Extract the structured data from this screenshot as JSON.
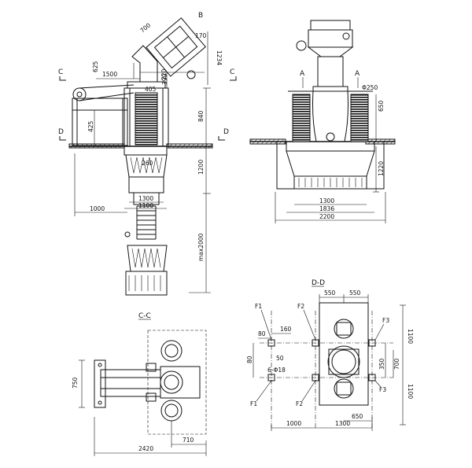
{
  "views": {
    "front": {
      "section_marks": [
        "C",
        "C",
        "D",
        "D",
        "B"
      ],
      "dims": [
        "700",
        "170",
        "1234",
        "220",
        "625",
        "1500",
        "390",
        "405",
        "840",
        "425",
        "260",
        "1200",
        "1300",
        "1100",
        "1000",
        "max2000"
      ]
    },
    "side": {
      "section_marks": [
        "A",
        "A"
      ],
      "dims": [
        "Φ250",
        "650",
        "1220",
        "1300",
        "1836",
        "2200"
      ]
    },
    "section_cc": {
      "title": "C-C",
      "dims": [
        "750",
        "2420",
        "710"
      ]
    },
    "section_dd": {
      "title": "D-D",
      "labels": [
        "F1",
        "F2",
        "F3",
        "F1",
        "F2",
        "F3"
      ],
      "dims": [
        "550",
        "550",
        "160",
        "80",
        "80",
        "50",
        "6-Φ18",
        "1100",
        "350",
        "700",
        "1100",
        "650",
        "1000",
        "1300"
      ]
    }
  }
}
